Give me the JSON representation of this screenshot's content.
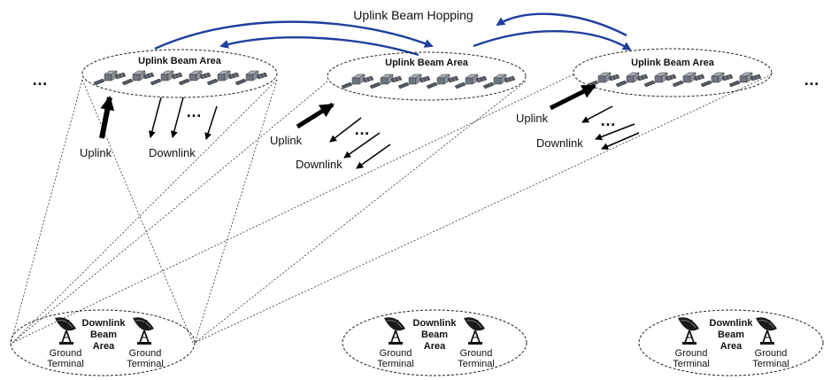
{
  "diagram": {
    "title": "Uplink Beam Hopping",
    "uplink_areas": [
      {
        "label": "Uplink Beam Area",
        "uplink": "Uplink",
        "downlink": "Downlink"
      },
      {
        "label": "Uplink Beam Area",
        "uplink": "Uplink",
        "downlink": "Downlink"
      },
      {
        "label": "Uplink Beam Area",
        "uplink": "Uplink",
        "downlink": "Downlink"
      }
    ],
    "downlink_areas": [
      {
        "label_line1": "Downlink",
        "label_line2": "Beam",
        "label_line3": "Area",
        "terminal_left_1": "Ground",
        "terminal_left_2": "Terminal",
        "terminal_right_1": "Ground",
        "terminal_right_2": "Terminal"
      },
      {
        "label_line1": "Downlink",
        "label_line2": "Beam",
        "label_line3": "Area",
        "terminal_left_1": "Ground",
        "terminal_left_2": "Terminal",
        "terminal_right_1": "Ground",
        "terminal_right_2": "Terminal"
      },
      {
        "label_line1": "Downlink",
        "label_line2": "Beam",
        "label_line3": "Area",
        "terminal_left_1": "Ground",
        "terminal_left_2": "Terminal",
        "terminal_right_1": "Ground",
        "terminal_right_2": "Terminal"
      }
    ],
    "ellipsis_left": "…",
    "ellipsis_right": "…",
    "ellipsis_inline": "…",
    "colors": {
      "hop_arrow": "#1f3f9e",
      "satellite_body": "#7a8088"
    }
  }
}
